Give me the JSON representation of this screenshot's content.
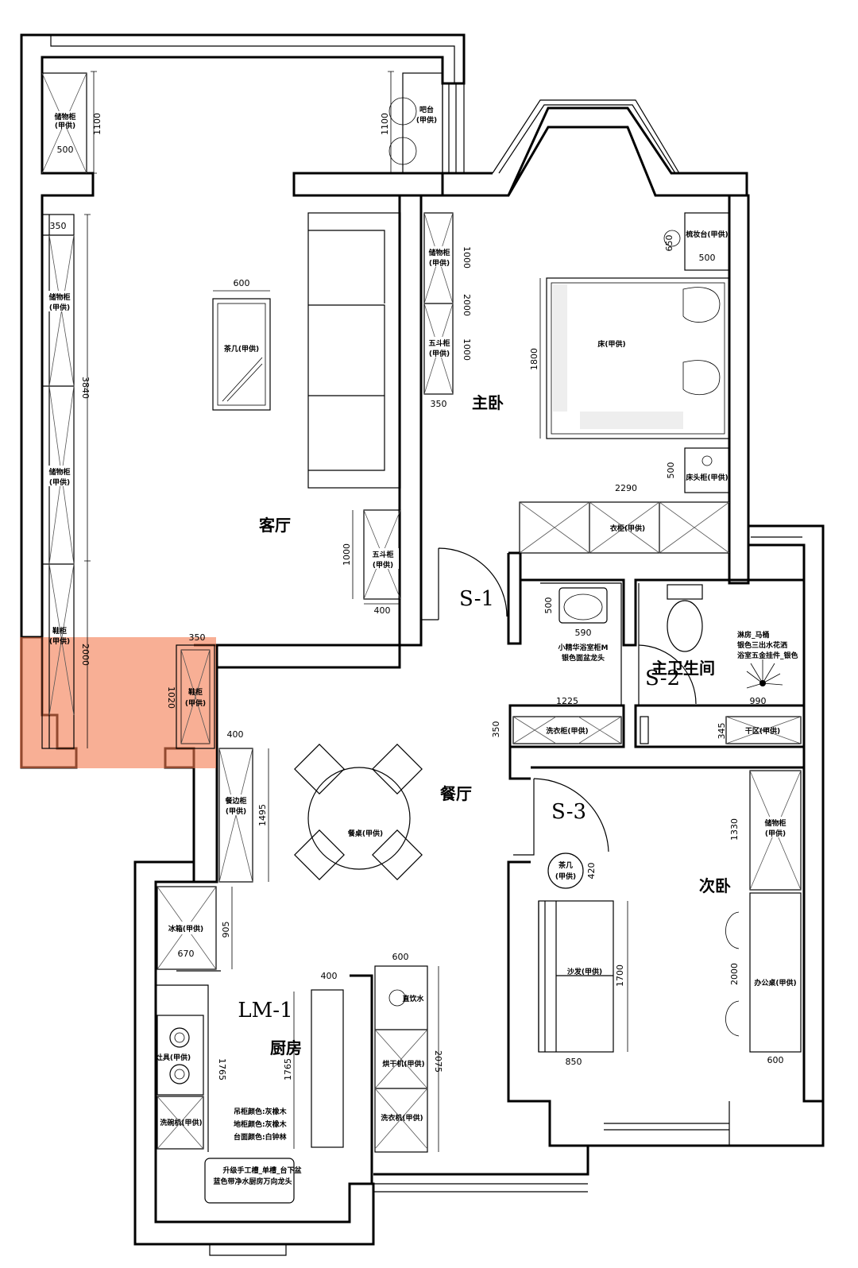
{
  "rooms": {
    "living": "客厅",
    "master": "主卧",
    "dining": "餐厅",
    "second": "次卧",
    "kitchen": "厨房",
    "master_bath": "主卫生间"
  },
  "doors": {
    "s1": "S-1",
    "s2": "S-2",
    "s3": "S-3",
    "lm1": "LM-1"
  },
  "furniture": {
    "storage_tl": [
      "储物柜",
      "(甲供)"
    ],
    "bar": [
      "吧台",
      "(甲供)"
    ],
    "storage_left_1": [
      "储物柜",
      "(甲供)"
    ],
    "storage_left_2": [
      "储物柜",
      "(甲供)"
    ],
    "shoe": [
      "鞋柜",
      "(甲供)"
    ],
    "coffee_table": "茶几(甲供)",
    "cabinet_lr": [
      "五斗柜",
      "(甲供)"
    ],
    "shoe2": [
      "鞋柜",
      "(甲供)"
    ],
    "storage_mb": [
      "储物柜",
      "(甲供)"
    ],
    "cabinet_mb": [
      "五斗柜",
      "(甲供)"
    ],
    "bed": "床(甲供)",
    "dresser": "梳妆台(甲供)",
    "nightstand": "床头柜(甲供)",
    "wardrobe": "衣柜(甲供)",
    "sink": [
      "小精华浴室柜M",
      "银色面盆龙头"
    ],
    "bath_note": [
      "淋房_马桶",
      "银色三出水花洒",
      "浴室五金挂件_银色"
    ],
    "washer": "洗衣柜(甲供)",
    "dry": "干区(甲供)",
    "sideboard": [
      "餐边柜",
      "(甲供)"
    ],
    "dining_table": "餐桌(甲供)",
    "storage_2b": [
      "储物柜",
      "(甲供)"
    ],
    "side_table": [
      "茶几",
      "(甲供)"
    ],
    "sofa": "沙发(甲供)",
    "desk": "办公桌(甲供)",
    "fridge": "冰箱(甲供)",
    "stove": "灶具(甲供)",
    "dishwasher": "洗碗机(甲供)",
    "water": "直饮水",
    "dryer": "烘干机(甲供)",
    "washing": "洗衣机(甲供)",
    "kitchen_note": [
      "吊柜颜色:灰橡木",
      "地柜颜色:灰橡木",
      "台面颜色:白钟林"
    ],
    "basin_note": [
      "升级手工槽_单槽_台下盆",
      "蓝色带净水厨房万向龙头"
    ]
  },
  "dims": {
    "d1100a": "1100",
    "d500a": "500",
    "d1100b": "1100",
    "d350a": "350",
    "d3840": "3840",
    "d2000a": "2000",
    "d600a": "600",
    "d1000a": "1000",
    "d400a": "400",
    "d350b": "350",
    "d1020": "1020",
    "d400b": "400",
    "d1495": "1495",
    "d1000b": "1000",
    "d2000b": "2000",
    "d1000c": "1000",
    "d350c": "350",
    "d650": "650",
    "d500b": "500",
    "d1800": "1800",
    "d500c": "500",
    "d2290": "2290",
    "d500d": "500",
    "d590": "590",
    "d1225": "1225",
    "d350d": "350",
    "d990": "990",
    "d345": "345",
    "d1330": "1330",
    "d420": "420",
    "d1700": "1700",
    "d2000c": "2000",
    "d850": "850",
    "d600b": "600",
    "d905": "905",
    "d670": "670",
    "d1765a": "1765",
    "d1765b": "1765",
    "d400c": "400",
    "d600c": "600",
    "d2075": "2075"
  },
  "highlight": {
    "color": "#f47a4f",
    "opacity": 0.6
  }
}
